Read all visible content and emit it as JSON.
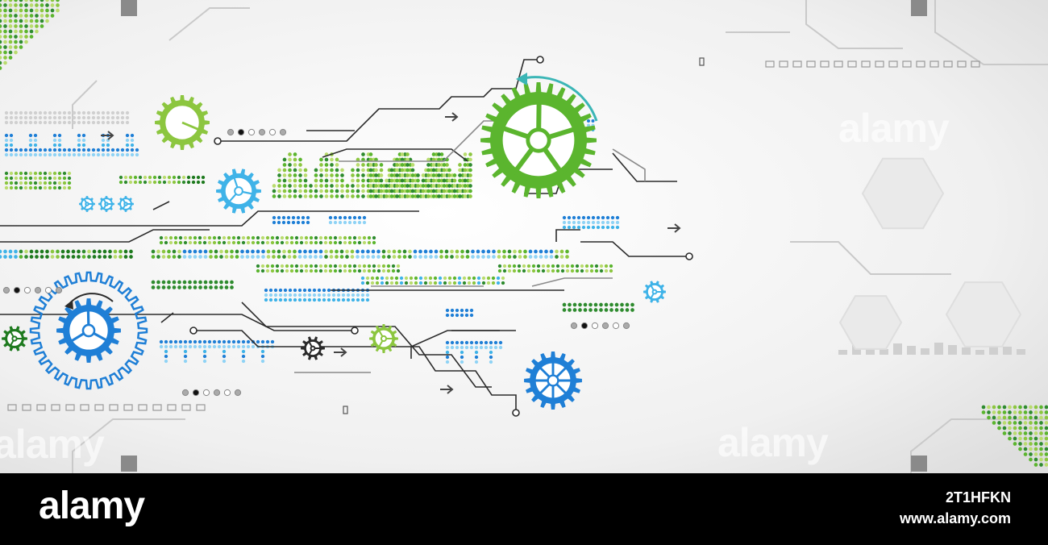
{
  "watermark": {
    "text": "alamy"
  },
  "footer": {
    "logo_text": "alamy",
    "image_id": "2T1HFKN",
    "site": "www.alamy.com"
  },
  "colors": {
    "green": "#5bb52e",
    "dark_green": "#1e7a1e",
    "blue": "#1f7fd6",
    "cyan": "#3fb3e8",
    "teal": "#3bb6b6",
    "line": "#2b2b2b",
    "gray": "#9a9a9a"
  },
  "icons": [
    "gear-icon",
    "arrow-icon",
    "circuit-node-icon",
    "curved-arrow-icon"
  ]
}
